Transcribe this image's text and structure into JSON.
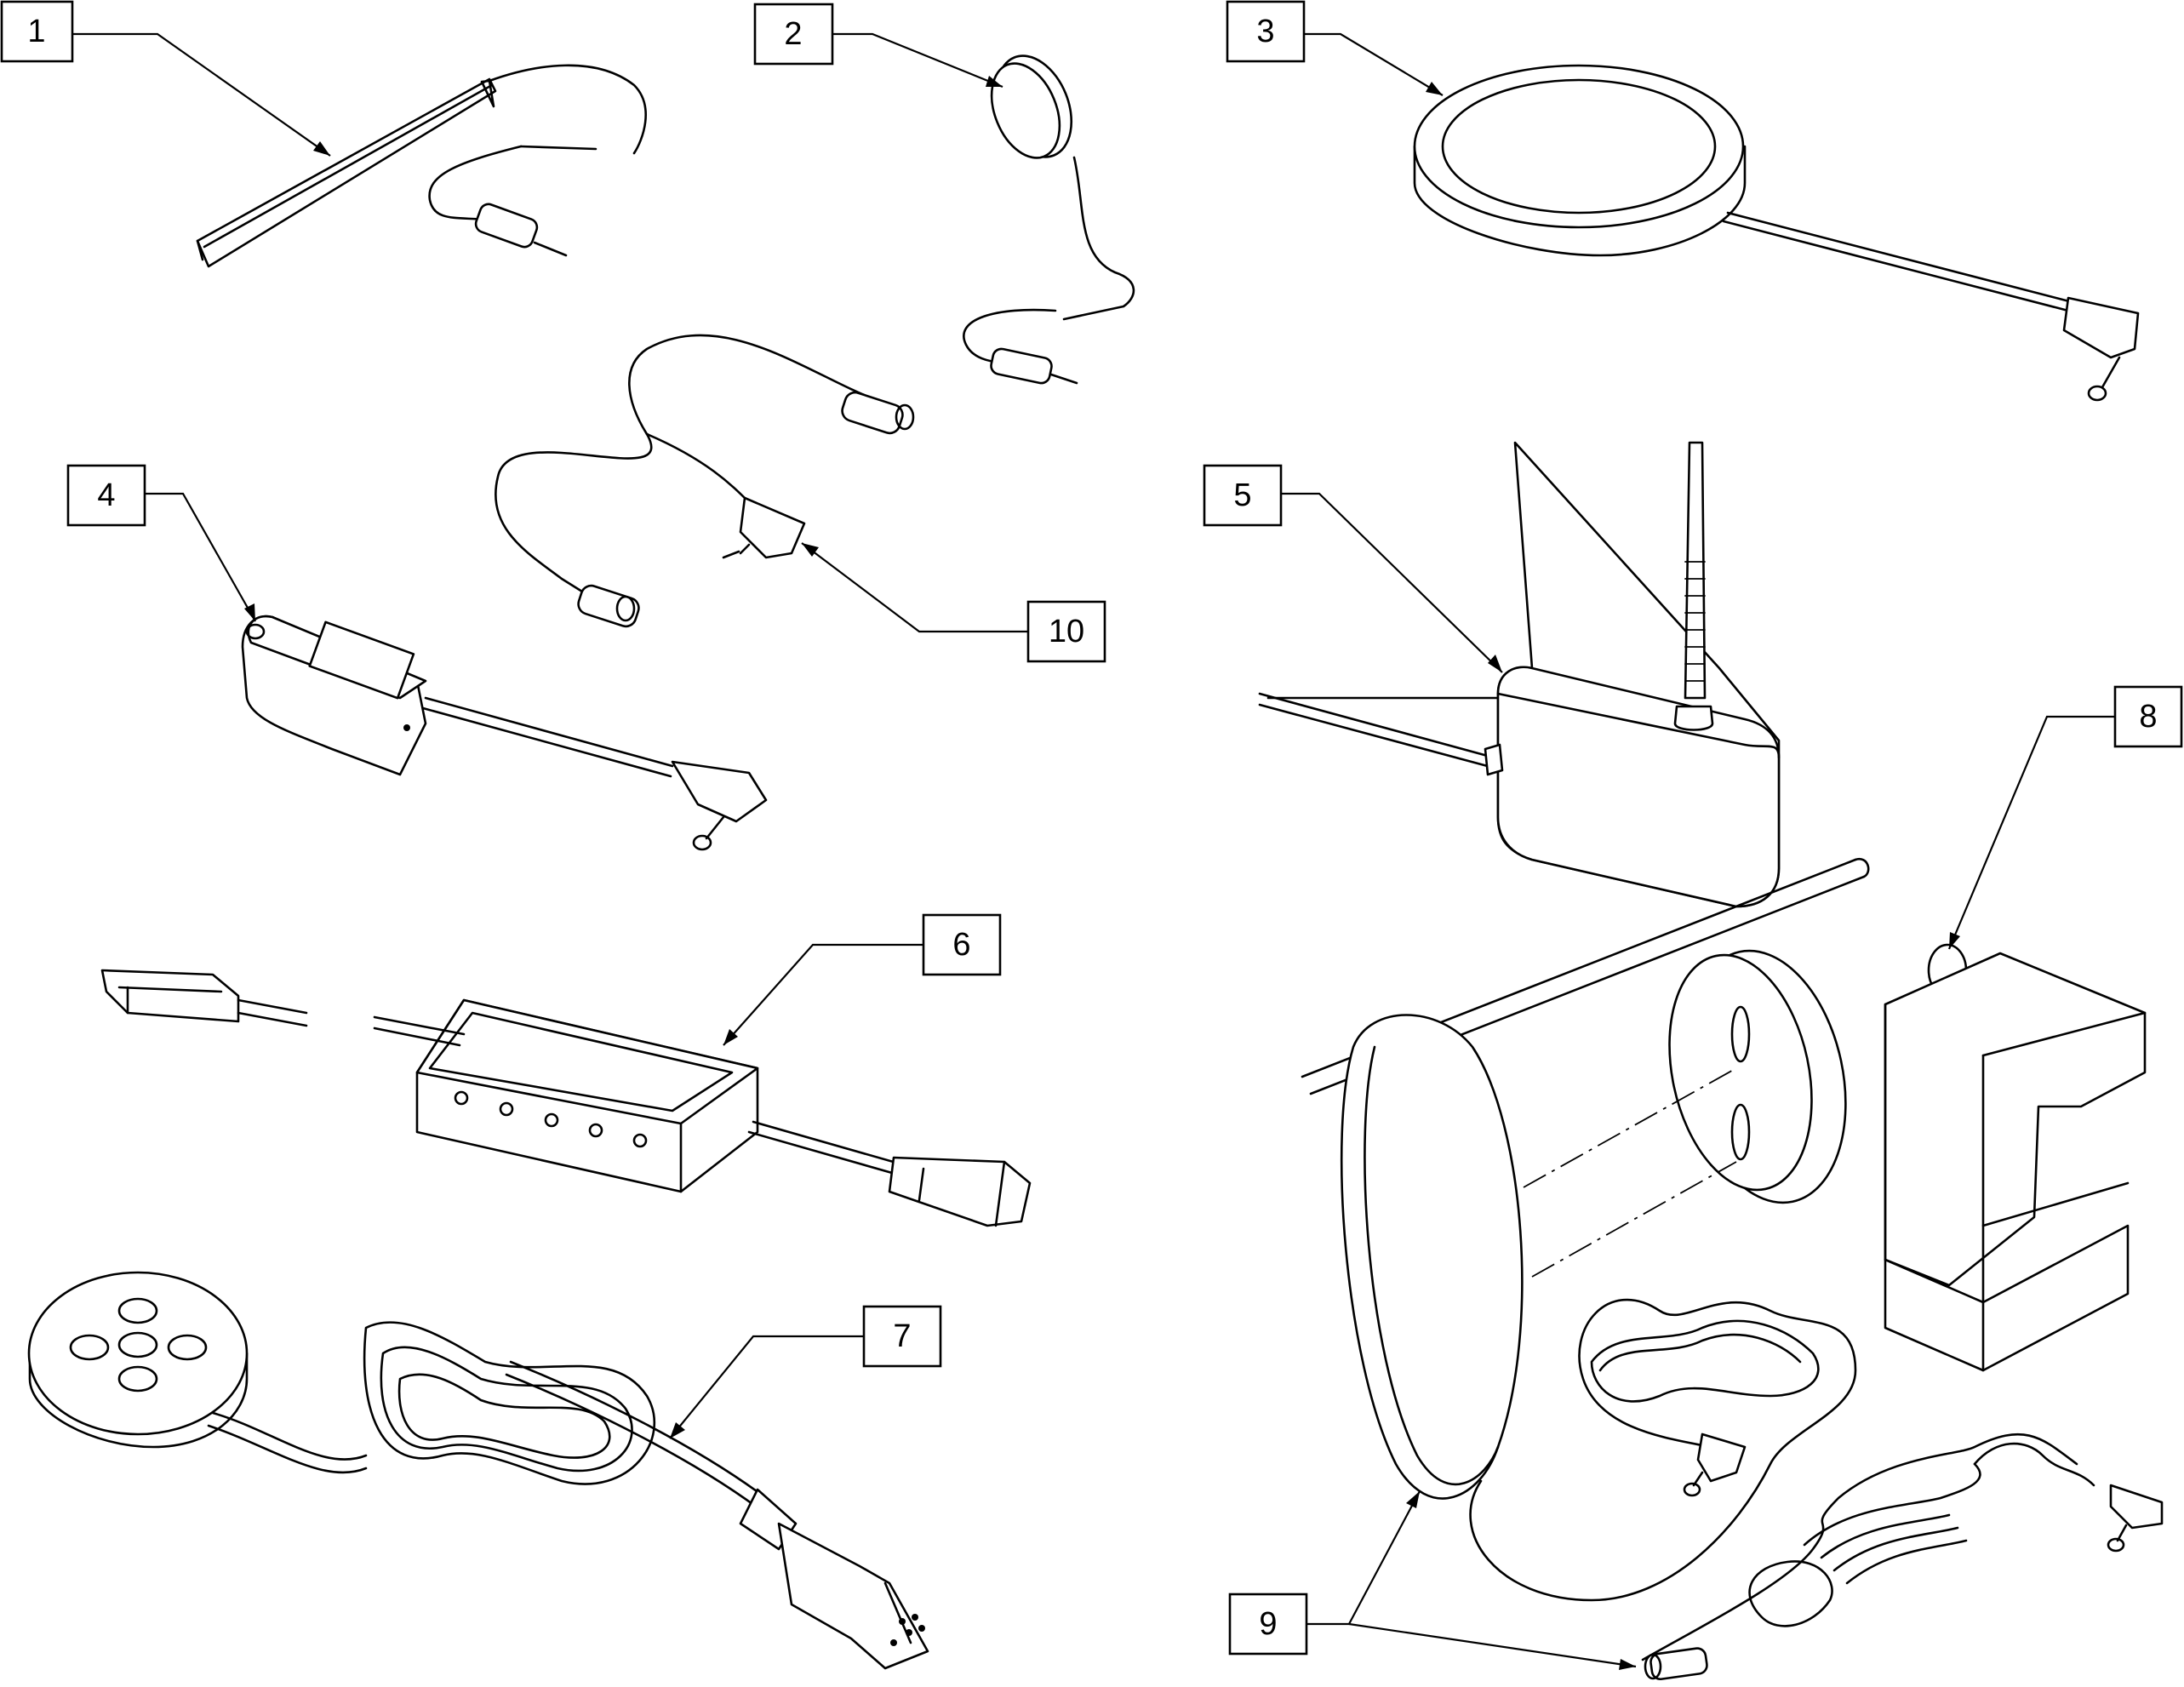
{
  "callouts": [
    {
      "id": "1",
      "label": "1"
    },
    {
      "id": "2",
      "label": "2"
    },
    {
      "id": "3",
      "label": "3"
    },
    {
      "id": "4",
      "label": "4"
    },
    {
      "id": "5",
      "label": "5"
    },
    {
      "id": "6",
      "label": "6"
    },
    {
      "id": "7",
      "label": "7"
    },
    {
      "id": "8",
      "label": "8"
    },
    {
      "id": "9",
      "label": "9"
    },
    {
      "id": "10",
      "label": "10"
    }
  ],
  "parts": {
    "1": {
      "icon": "ribbon-switch-icon"
    },
    "2": {
      "icon": "button-switch-icon"
    },
    "3": {
      "icon": "large-pad-switch-icon"
    },
    "4": {
      "icon": "leaf-switch-icon"
    },
    "5": {
      "icon": "wireless-transmitter-icon"
    },
    "6": {
      "icon": "serial-interface-box-icon"
    },
    "7": {
      "icon": "five-button-joystick-pad-icon"
    },
    "8": {
      "icon": "mounting-rod-clamp-icon"
    },
    "9": {
      "icon": "pad-switch-with-extension-cable-icon"
    },
    "10": {
      "icon": "y-splitter-cable-icon"
    }
  }
}
